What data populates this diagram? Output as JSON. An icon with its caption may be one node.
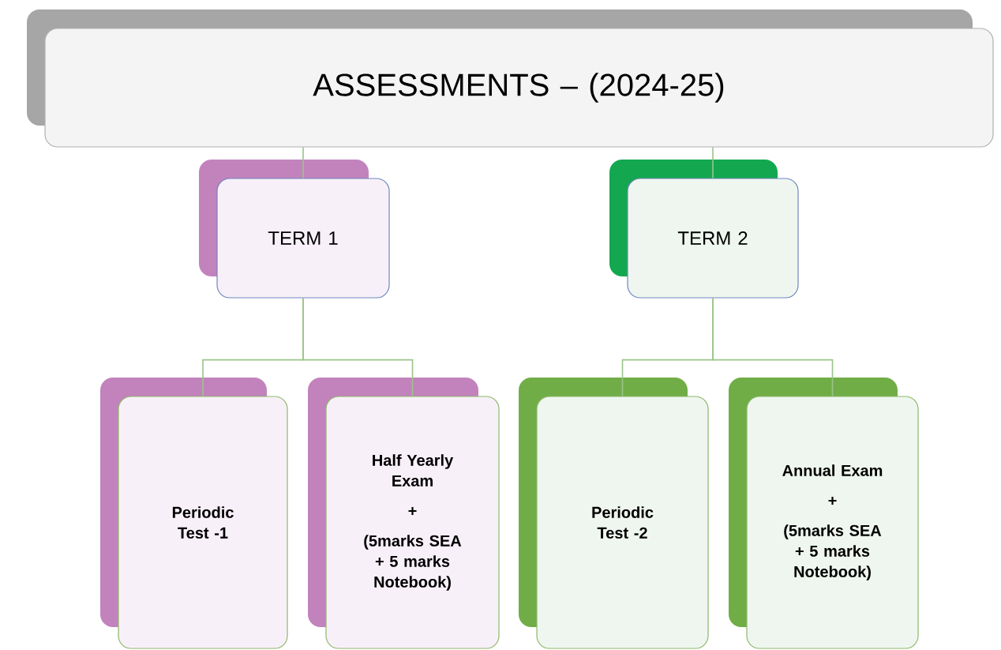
{
  "diagram": {
    "nodes": [
      {
        "text": [
          "ASSESSMENTS – (2024-25)"
        ]
      },
      {
        "text": [
          "TERM 1"
        ]
      },
      {
        "text": [
          "TERM 2"
        ]
      },
      {
        "text": [
          "Periodic Test -1"
        ]
      },
      {
        "text": [
          "Half Yearly Exam",
          "+",
          "(5marks SEA + 5 marks Notebook)"
        ]
      },
      {
        "text": [
          "Periodic Test -2"
        ]
      },
      {
        "text": [
          "Annual Exam",
          "+",
          "(5marks SEA + 5 marks Notebook)"
        ]
      }
    ],
    "edges": [
      {
        "from": 0,
        "to": 1,
        "arrow": "none"
      },
      {
        "from": 0,
        "to": 2,
        "arrow": "none"
      },
      {
        "from": 1,
        "to": 3,
        "arrow": "none"
      },
      {
        "from": 1,
        "to": 4,
        "arrow": "none"
      },
      {
        "from": 2,
        "to": 5,
        "arrow": "none"
      },
      {
        "from": 2,
        "to": 6,
        "arrow": "none"
      }
    ]
  }
}
